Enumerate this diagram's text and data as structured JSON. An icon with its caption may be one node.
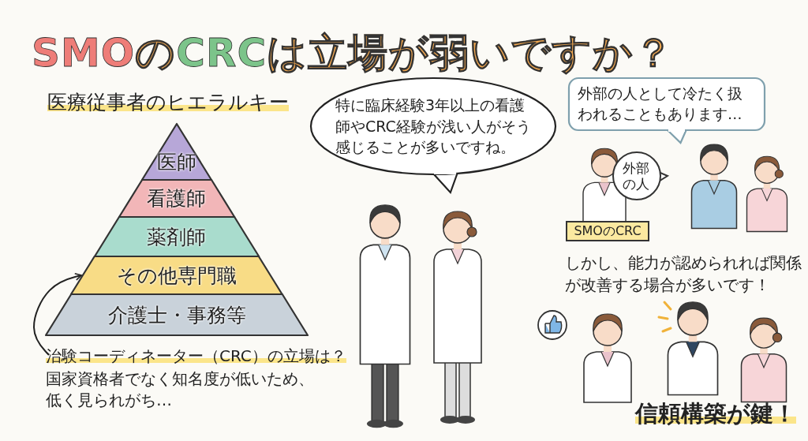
{
  "diagram": {
    "title": "SMOのCRCは立場が弱いですか？",
    "nodes": [
      {
        "text": [
          "医師"
        ]
      },
      {
        "text": [
          "看護師"
        ]
      },
      {
        "text": [
          "薬剤師"
        ]
      },
      {
        "text": [
          "その他専門職"
        ]
      },
      {
        "text": [
          "介護士・事務等"
        ]
      },
      {
        "text": [
          "治験コーディネーター（CRC）の立場は？",
          "国家資格者でなく知名度が低いため、低く見られがち…"
        ]
      },
      {
        "text": [
          "特に臨床経験3年以上の看護師やCRC経験が浅い人がそう感じることが多いですね。"
        ]
      },
      {
        "text": [
          "外部の人として冷たく扱われることもあります…"
        ]
      },
      {
        "text": [
          "外部の人"
        ]
      },
      {
        "text": [
          "SMOのCRC"
        ]
      }
    ],
    "edges": [
      {
        "from": 5,
        "to": 3,
        "arrow": "to"
      }
    ],
    "labels": [
      "医療従事者のヒエラルキー",
      "しかし、能力が認められれば関係が改善する場合が多いです！",
      "信頼構築が鍵！"
    ]
  }
}
